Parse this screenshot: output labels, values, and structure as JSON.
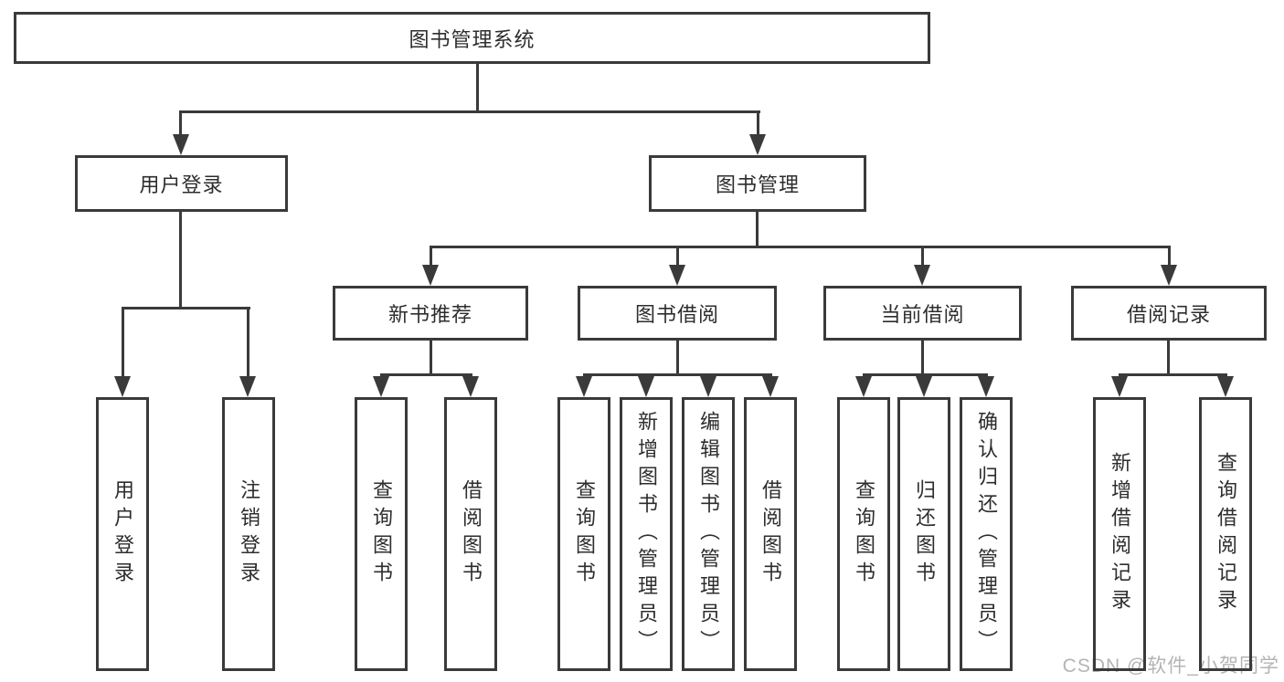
{
  "diagram": {
    "title": "图书管理系统",
    "root": {
      "label": "图书管理系统"
    },
    "level2": [
      {
        "label": "用户登录"
      },
      {
        "label": "图书管理"
      }
    ],
    "level3": [
      {
        "label": "新书推荐",
        "parent": "图书管理"
      },
      {
        "label": "图书借阅",
        "parent": "图书管理"
      },
      {
        "label": "当前借阅",
        "parent": "图书管理"
      },
      {
        "label": "借阅记录",
        "parent": "图书管理"
      }
    ],
    "leaves": [
      {
        "label": "用户登录",
        "parent": "用户登录"
      },
      {
        "label": "注销登录",
        "parent": "用户登录"
      },
      {
        "label": "查询图书",
        "parent": "新书推荐"
      },
      {
        "label": "借阅图书",
        "parent": "新书推荐"
      },
      {
        "label": "查询图书",
        "parent": "图书借阅"
      },
      {
        "label": "新增图书（管理员）",
        "parent": "图书借阅"
      },
      {
        "label": "编辑图书（管理员）",
        "parent": "图书借阅"
      },
      {
        "label": "借阅图书",
        "parent": "图书借阅"
      },
      {
        "label": "查询图书",
        "parent": "当前借阅"
      },
      {
        "label": "归还图书",
        "parent": "当前借阅"
      },
      {
        "label": "确认归还（管理员）",
        "parent": "当前借阅"
      },
      {
        "label": "新增借阅记录",
        "parent": "借阅记录"
      },
      {
        "label": "查询借阅记录",
        "parent": "借阅记录"
      }
    ]
  },
  "watermark": {
    "text": "CSDN @软件_小贺同学"
  },
  "colors": {
    "line": "#3a3a3a",
    "box_border": "#3a3a3a",
    "text": "#2d2d2d",
    "watermark": "#b4b4b4",
    "background": "#ffffff"
  }
}
